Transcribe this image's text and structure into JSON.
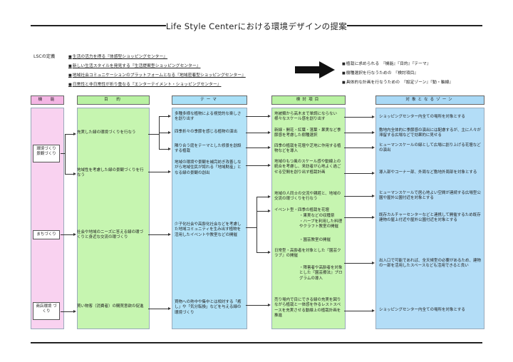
{
  "title": "Life Style Centerにおける環境デザインの提案",
  "definition": {
    "label": "LSCの定義",
    "items": [
      "生活の活力を得る『体感型ショッピングセンター』",
      "新しい生活スタイルを発見する『生活提案型ショッピングセンター』",
      "地域社会コミュニケーションのプラットフォームとなる『地域密着型ショッピングセンター』",
      "日常性と非日常性が折り重なる『エンターテイメント・ショッピングセンター』"
    ],
    "bullet": "■"
  },
  "requirements": [
    "植栽に求められる　『機能』『目的』『テーマ』",
    "樹種選択を行なうための　『検討項目』",
    "具体的な計画を行なうための　『設定ゾーン』『動・軸線』"
  ],
  "headers": {
    "function": "機　能",
    "purpose": "目　的",
    "theme": "テーマ",
    "items": "検討項目",
    "zones": "対象となるゾーン"
  },
  "functions": [
    "環境づくり 景観づくり",
    "まちづくり",
    "商店環境 づくり"
  ],
  "purposes": [
    "充実した緑の環境づくりを行なう",
    "地域性を考慮した緑の景観づくりを行なう",
    "社会や地域のニーズに答える緑の環づくりと身近な交流の環づくり",
    "買い物客（消費者）の購買意欲の促進"
  ],
  "themes": [
    "多種多様な植物による視覚的な楽しさを創り出す",
    "四季折々の季節を感じる植物の演出",
    "隣り合う庭をテーマとした修景を創設する植栽",
    "地域の環境や景観を補完紡ぎ改善しながら地域住民が誇れる「地域財産」となる緑の景観の創出",
    "少子化社会や高齢化社会などを考慮した地域コミュニティを生み出す植物を活用したイベントや教室などの開催",
    "買物への熱中や集中とは相対する「癒し」や「気分転換」などを与える緑の環境づくり"
  ],
  "items": [
    "地被類から高木まで単調にならない様々なスケール感を創り出す",
    "新緑・開花・紅葉・落葉・果実など季節感を考慮した樹種選択",
    "四季の植栽を花壇や芝地に作用する植物などを導入",
    "地域のもつ風のスケール感や動線上の統合を考慮し、来訪者が心地よく過ごせる空間を創り出す植栽計画",
    "地域の人同士の交流や親睦と、地域の交流の環づくりを行なう",
    "イベント型・四季の植栽を花壇",
    "・果実などの収穫祭",
    "・ハーブを利用した料理やクラフト教室の開催",
    "・園芸教室の開催",
    "日常型・高齢者を対象とした『園芸クラブ』の開催",
    "・障害者や高齢者を対象とした『園芸療法』プログラムの導入",
    "売り場内で目にできる緑の充実を図りながら植栽と一体感を作るレストスペースを充実させる動線上の植栽計画を推進"
  ],
  "zones": [
    "ショッピングセンター内全ての場所を対象とする",
    "敷地内全体的に季節感の演出には配慮するが、主に人々が滞留する広場などで効果的に見せる",
    "ヒューマンスケールの緑として広場に創り上げる花壇などの演出",
    "導入部やコーナー部、外周など敷地外周部を対象とする",
    "ヒューマンスケールで居心地よい空間が連続する広場型公園や屋外公園付近を対象とする",
    "既存カルチャーセンターなどと連携して開催するため既存建物の屋上付近や屋外公園付近を対象とする",
    "出入口で可能であれば、全天候型の必要があるため、建物の一部を活用したスペースなども活用できると良い",
    "ショッピングセンター内全ての場所を対象とする"
  ],
  "colors": {
    "function_head": "#f4b6e4",
    "function_col": "#f9d2f0",
    "purpose": "#b9f2a2",
    "theme": "#a9e0f7",
    "items": "#bdf1a6",
    "zones": "#a9d9f6"
  }
}
